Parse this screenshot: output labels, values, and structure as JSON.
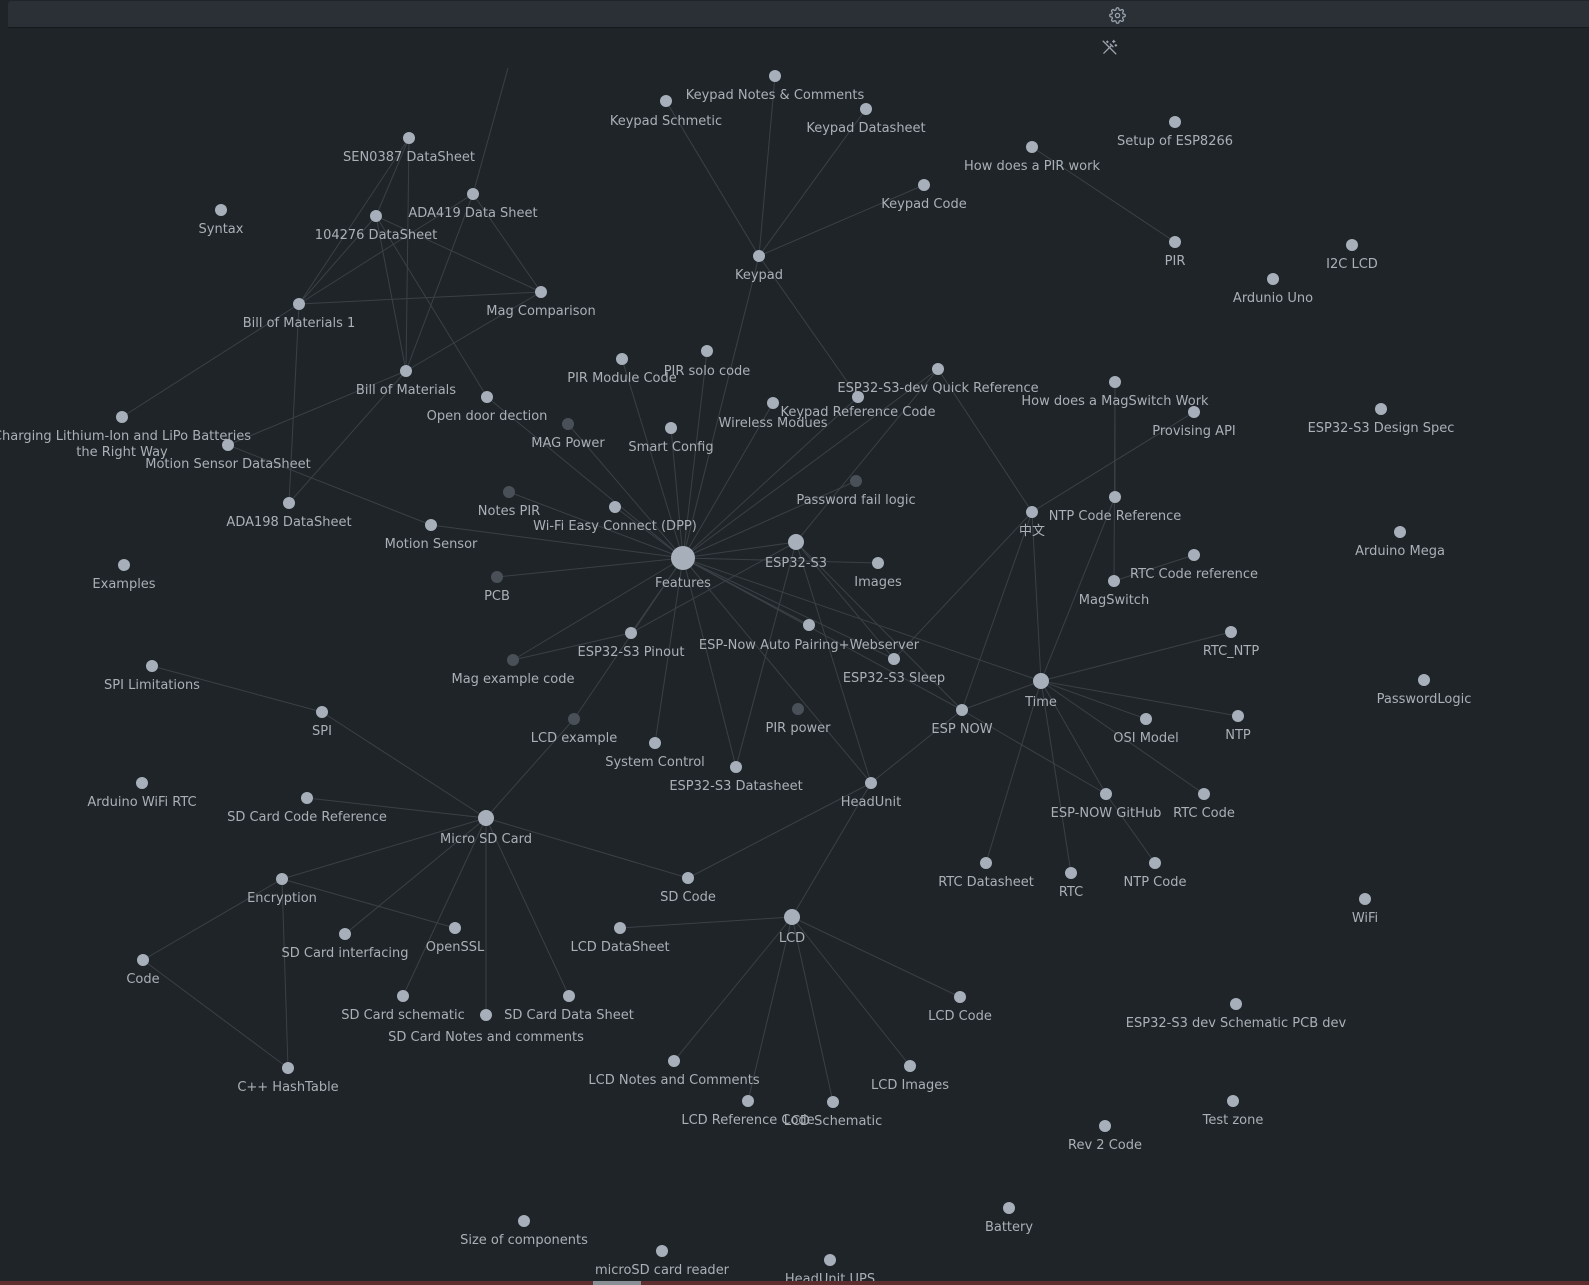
{
  "toolbar": {
    "settings_icon": "gear-icon",
    "magic_icon": "magic-wand-icon"
  },
  "colors": {
    "background": "#1f2428",
    "node": "#a7afbb",
    "node_dim": "#4a5058",
    "edge": "#3a4046",
    "label": "#a9b0b7"
  },
  "nodes": [
    {
      "id": "keypad-notes",
      "label": "Keypad Notes & Comments"
    },
    {
      "id": "keypad-schmetic",
      "label": "Keypad Schmetic"
    },
    {
      "id": "keypad-datasheet",
      "label": "Keypad Datasheet"
    },
    {
      "id": "setup-esp8266",
      "label": "Setup of ESP8266"
    },
    {
      "id": "how-pir",
      "label": "How does a PIR work"
    },
    {
      "id": "sen0387",
      "label": "SEN0387 DataSheet"
    },
    {
      "id": "keypad-code",
      "label": "Keypad Code"
    },
    {
      "id": "syntax",
      "label": "Syntax"
    },
    {
      "id": "ada419",
      "label": "ADA419 Data Sheet"
    },
    {
      "id": "ds104276",
      "label": "104276 DataSheet"
    },
    {
      "id": "keypad",
      "label": "Keypad"
    },
    {
      "id": "pir",
      "label": "PIR"
    },
    {
      "id": "i2c-lcd",
      "label": "I2C LCD"
    },
    {
      "id": "arduino-uno",
      "label": "Ardunio Uno"
    },
    {
      "id": "mag-comparison",
      "label": "Mag Comparison"
    },
    {
      "id": "bom1",
      "label": "Bill of Materials 1"
    },
    {
      "id": "pir-solo",
      "label": "PIR solo code"
    },
    {
      "id": "pir-module",
      "label": "PIR Module Code"
    },
    {
      "id": "esp32-qref",
      "label": "ESP32-S3-dev Quick Reference"
    },
    {
      "id": "bom",
      "label": "Bill of Materials"
    },
    {
      "id": "magswitch-work",
      "label": "How does a MagSwitch Work"
    },
    {
      "id": "open-door",
      "label": "Open door dection"
    },
    {
      "id": "keypad-ref",
      "label": "Keypad Reference Code"
    },
    {
      "id": "wireless",
      "label": "Wireless Modues"
    },
    {
      "id": "esp32-design",
      "label": "ESP32-S3 Design Spec"
    },
    {
      "id": "provising",
      "label": "Provising API"
    },
    {
      "id": "charging",
      "label": "Charging Lithium-Ion and LiPo Batteries"
    },
    {
      "id": "charging-2",
      "label": "the Right Way"
    },
    {
      "id": "mag-power",
      "label": "MAG Power"
    },
    {
      "id": "smart-config",
      "label": "Smart Config"
    },
    {
      "id": "motion-ds",
      "label": "Motion Sensor DataSheet"
    },
    {
      "id": "password-fail",
      "label": "Password fail logic"
    },
    {
      "id": "notes-pir",
      "label": "Notes PIR"
    },
    {
      "id": "ada198",
      "label": "ADA198 DataSheet"
    },
    {
      "id": "wifi-dpp",
      "label": "Wi-Fi Easy Connect (DPP)"
    },
    {
      "id": "zhongwen",
      "label": "中文"
    },
    {
      "id": "ntp-ref",
      "label": "NTP Code Reference"
    },
    {
      "id": "motion-sensor",
      "label": "Motion Sensor"
    },
    {
      "id": "arduino-mega",
      "label": "Arduino Mega"
    },
    {
      "id": "esp32-s3",
      "label": "ESP32-S3"
    },
    {
      "id": "features",
      "label": "Features"
    },
    {
      "id": "rtc-ref",
      "label": "RTC Code reference"
    },
    {
      "id": "images",
      "label": "Images"
    },
    {
      "id": "examples",
      "label": "Examples"
    },
    {
      "id": "pcb",
      "label": "PCB"
    },
    {
      "id": "magswitch",
      "label": "MagSwitch"
    },
    {
      "id": "rtc-ntp",
      "label": "RTC_NTP"
    },
    {
      "id": "esp-now-auto",
      "label": "ESP-Now Auto Pairing+Webserver"
    },
    {
      "id": "esp32-pinout",
      "label": "ESP32-S3 Pinout"
    },
    {
      "id": "spi-limit",
      "label": "SPI Limitations"
    },
    {
      "id": "mag-example",
      "label": "Mag example code"
    },
    {
      "id": "esp32-sleep",
      "label": "ESP32-S3 Sleep"
    },
    {
      "id": "time",
      "label": "Time"
    },
    {
      "id": "password-logic",
      "label": "PasswordLogic"
    },
    {
      "id": "spi",
      "label": "SPI"
    },
    {
      "id": "esp-now",
      "label": "ESP NOW"
    },
    {
      "id": "pir-power",
      "label": "PIR power"
    },
    {
      "id": "osi",
      "label": "OSI Model"
    },
    {
      "id": "ntp",
      "label": "NTP"
    },
    {
      "id": "lcd-example",
      "label": "LCD example"
    },
    {
      "id": "system-control",
      "label": "System Control"
    },
    {
      "id": "esp32-datasheet",
      "label": "ESP32-S3 Datasheet"
    },
    {
      "id": "arduino-wifi-rtc",
      "label": "Arduino WiFi RTC"
    },
    {
      "id": "headunit",
      "label": "HeadUnit"
    },
    {
      "id": "espnow-github",
      "label": "ESP-NOW GitHub"
    },
    {
      "id": "rtc-code",
      "label": "RTC Code"
    },
    {
      "id": "sd-ref",
      "label": "SD Card Code Reference"
    },
    {
      "id": "micro-sd",
      "label": "Micro SD Card"
    },
    {
      "id": "rtc-datasheet",
      "label": "RTC Datasheet"
    },
    {
      "id": "rtc",
      "label": "RTC"
    },
    {
      "id": "ntp-code",
      "label": "NTP Code"
    },
    {
      "id": "sd-code",
      "label": "SD Code"
    },
    {
      "id": "encryption",
      "label": "Encryption"
    },
    {
      "id": "wifi",
      "label": "WiFi"
    },
    {
      "id": "lcd",
      "label": "LCD"
    },
    {
      "id": "openssl",
      "label": "OpenSSL"
    },
    {
      "id": "sd-interfacing",
      "label": "SD Card interfacing"
    },
    {
      "id": "lcd-datasheet",
      "label": "LCD DataSheet"
    },
    {
      "id": "code",
      "label": "Code"
    },
    {
      "id": "lcd-code",
      "label": "LCD Code"
    },
    {
      "id": "esp32-dev-pcb",
      "label": "ESP32-S3 dev Schematic PCB dev"
    },
    {
      "id": "sd-schematic",
      "label": "SD Card schematic"
    },
    {
      "id": "sd-data-sheet",
      "label": "SD Card Data Sheet"
    },
    {
      "id": "sd-notes",
      "label": "SD Card Notes and comments"
    },
    {
      "id": "lcd-notes",
      "label": "LCD Notes and Comments"
    },
    {
      "id": "lcd-images",
      "label": "LCD Images"
    },
    {
      "id": "cpp-hashtable",
      "label": "C++ HashTable"
    },
    {
      "id": "test-zone",
      "label": "Test zone"
    },
    {
      "id": "lcd-ref",
      "label": "LCD Reference Code"
    },
    {
      "id": "lcd-schematic",
      "label": "LCD Schematic"
    },
    {
      "id": "rev2",
      "label": "Rev 2 Code"
    },
    {
      "id": "battery",
      "label": "Battery"
    },
    {
      "id": "size-components",
      "label": "Size of components"
    },
    {
      "id": "microsd-reader",
      "label": "microSD card reader"
    },
    {
      "id": "headunit-ups",
      "label": "HeadUnit UPS"
    }
  ],
  "edges": [
    [
      "features",
      "keypad"
    ],
    [
      "features",
      "pir-module"
    ],
    [
      "features",
      "pir-solo"
    ],
    [
      "features",
      "open-door"
    ],
    [
      "features",
      "mag-power"
    ],
    [
      "features",
      "smart-config"
    ],
    [
      "features",
      "wireless"
    ],
    [
      "features",
      "keypad-ref"
    ],
    [
      "features",
      "password-fail"
    ],
    [
      "features",
      "notes-pir"
    ],
    [
      "features",
      "wifi-dpp"
    ],
    [
      "features",
      "motion-sensor"
    ],
    [
      "features",
      "esp32-s3"
    ],
    [
      "features",
      "images"
    ],
    [
      "features",
      "pcb"
    ],
    [
      "features",
      "esp32-pinout"
    ],
    [
      "features",
      "esp-now-auto"
    ],
    [
      "features",
      "mag-example"
    ],
    [
      "features",
      "esp32-sleep"
    ],
    [
      "features",
      "time"
    ],
    [
      "features",
      "lcd-example"
    ],
    [
      "features",
      "system-control"
    ],
    [
      "features",
      "esp32-datasheet"
    ],
    [
      "features",
      "headunit"
    ],
    [
      "features",
      "esp32-qref"
    ],
    [
      "features",
      "esp-now"
    ],
    [
      "keypad",
      "keypad-notes"
    ],
    [
      "keypad",
      "keypad-schmetic"
    ],
    [
      "keypad",
      "keypad-code"
    ],
    [
      "keypad",
      "keypad-datasheet"
    ],
    [
      "keypad",
      "keypad-ref"
    ],
    [
      "how-pir",
      "pir"
    ],
    [
      "sen0387",
      "bom1"
    ],
    [
      "sen0387",
      "ds104276"
    ],
    [
      "ada419",
      "bom"
    ],
    [
      "ada419",
      "bom1"
    ],
    [
      "ada419",
      "mag-comparison"
    ],
    [
      "ds104276",
      "bom1"
    ],
    [
      "ds104276",
      "bom"
    ],
    [
      "ds104276",
      "mag-comparison"
    ],
    [
      "ds104276",
      "open-door"
    ],
    [
      "bom1",
      "mag-comparison"
    ],
    [
      "bom1",
      "ada198"
    ],
    [
      "bom1",
      "charging"
    ],
    [
      "bom",
      "mag-comparison"
    ],
    [
      "bom",
      "motion-ds"
    ],
    [
      "bom",
      "ada198"
    ],
    [
      "bom",
      "sen0387"
    ],
    [
      "motion-ds",
      "motion-sensor"
    ],
    [
      "esp32-s3",
      "esp32-qref"
    ],
    [
      "esp32-s3",
      "esp32-pinout"
    ],
    [
      "esp32-s3",
      "esp32-sleep"
    ],
    [
      "esp32-s3",
      "esp32-datasheet"
    ],
    [
      "esp32-s3",
      "esp-now"
    ],
    [
      "esp32-s3",
      "headunit"
    ],
    [
      "time",
      "zhongwen"
    ],
    [
      "time",
      "ntp-ref"
    ],
    [
      "time",
      "rtc-ntp"
    ],
    [
      "time",
      "ntp"
    ],
    [
      "time",
      "osi"
    ],
    [
      "time",
      "espnow-github"
    ],
    [
      "time",
      "rtc-code"
    ],
    [
      "time",
      "rtc-datasheet"
    ],
    [
      "time",
      "rtc"
    ],
    [
      "time",
      "esp-now"
    ],
    [
      "zhongwen",
      "provising"
    ],
    [
      "zhongwen",
      "esp-now"
    ],
    [
      "zhongwen",
      "esp32-qref"
    ],
    [
      "zhongwen",
      "esp32-sleep"
    ],
    [
      "ntp-ref",
      "magswitch-work"
    ],
    [
      "magswitch",
      "magswitch-work"
    ],
    [
      "rtc-ref",
      "magswitch"
    ],
    [
      "esp-now",
      "headunit"
    ],
    [
      "esp-now",
      "espnow-github"
    ],
    [
      "espnow-github",
      "ntp-code"
    ],
    [
      "headunit",
      "lcd"
    ],
    [
      "headunit",
      "sd-code"
    ],
    [
      "spi",
      "spi-limit"
    ],
    [
      "spi",
      "micro-sd"
    ],
    [
      "micro-sd",
      "sd-ref"
    ],
    [
      "micro-sd",
      "encryption"
    ],
    [
      "micro-sd",
      "sd-interfacing"
    ],
    [
      "micro-sd",
      "sd-schematic"
    ],
    [
      "micro-sd",
      "sd-data-sheet"
    ],
    [
      "micro-sd",
      "sd-notes"
    ],
    [
      "micro-sd",
      "sd-code"
    ],
    [
      "micro-sd",
      "lcd-example"
    ],
    [
      "encryption",
      "code"
    ],
    [
      "encryption",
      "cpp-hashtable"
    ],
    [
      "encryption",
      "openssl"
    ],
    [
      "code",
      "cpp-hashtable"
    ],
    [
      "lcd",
      "lcd-datasheet"
    ],
    [
      "lcd",
      "lcd-code"
    ],
    [
      "lcd",
      "lcd-notes"
    ],
    [
      "lcd",
      "lcd-images"
    ],
    [
      "lcd",
      "lcd-ref"
    ],
    [
      "lcd",
      "lcd-schematic"
    ],
    [
      "esp32-pinout",
      "mag-example"
    ]
  ],
  "bottom_bar": {
    "accent": "#5e2e2f"
  }
}
